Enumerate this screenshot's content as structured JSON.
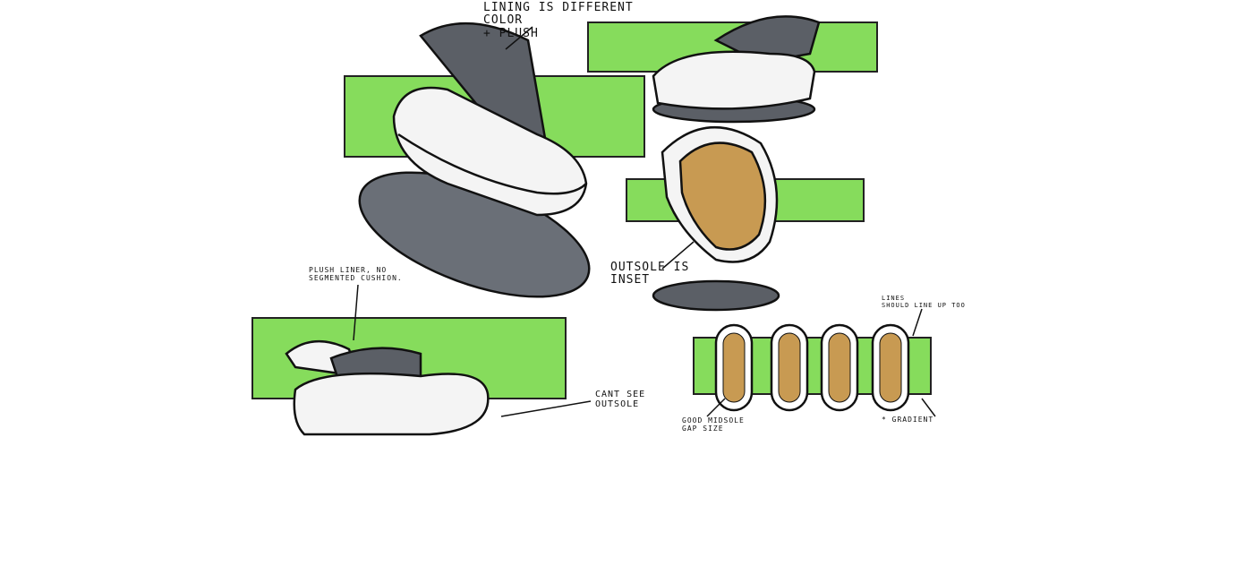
{
  "annotations": {
    "lining": "LINING IS DIFFERENT\nCOLOR\n+ PLUSH",
    "outsole_inset": "OUTSOLE IS\nINSET",
    "plush_liner": "PLUSH LINER, NO\nSEGMENTED CUSHION.",
    "cant_see": "CANT SEE\nOUTSOLE",
    "midsole_gap": "GOOD MIDSOLE\nGAP SIZE",
    "lines_line_up": "LINES\nSHOULD LINE UP TOO",
    "gradient": "* GRADIENT"
  },
  "colors": {
    "green": "#7ed957",
    "tan": "#c89a52",
    "shadow": "#555a62",
    "lining": "#5b5f66"
  }
}
